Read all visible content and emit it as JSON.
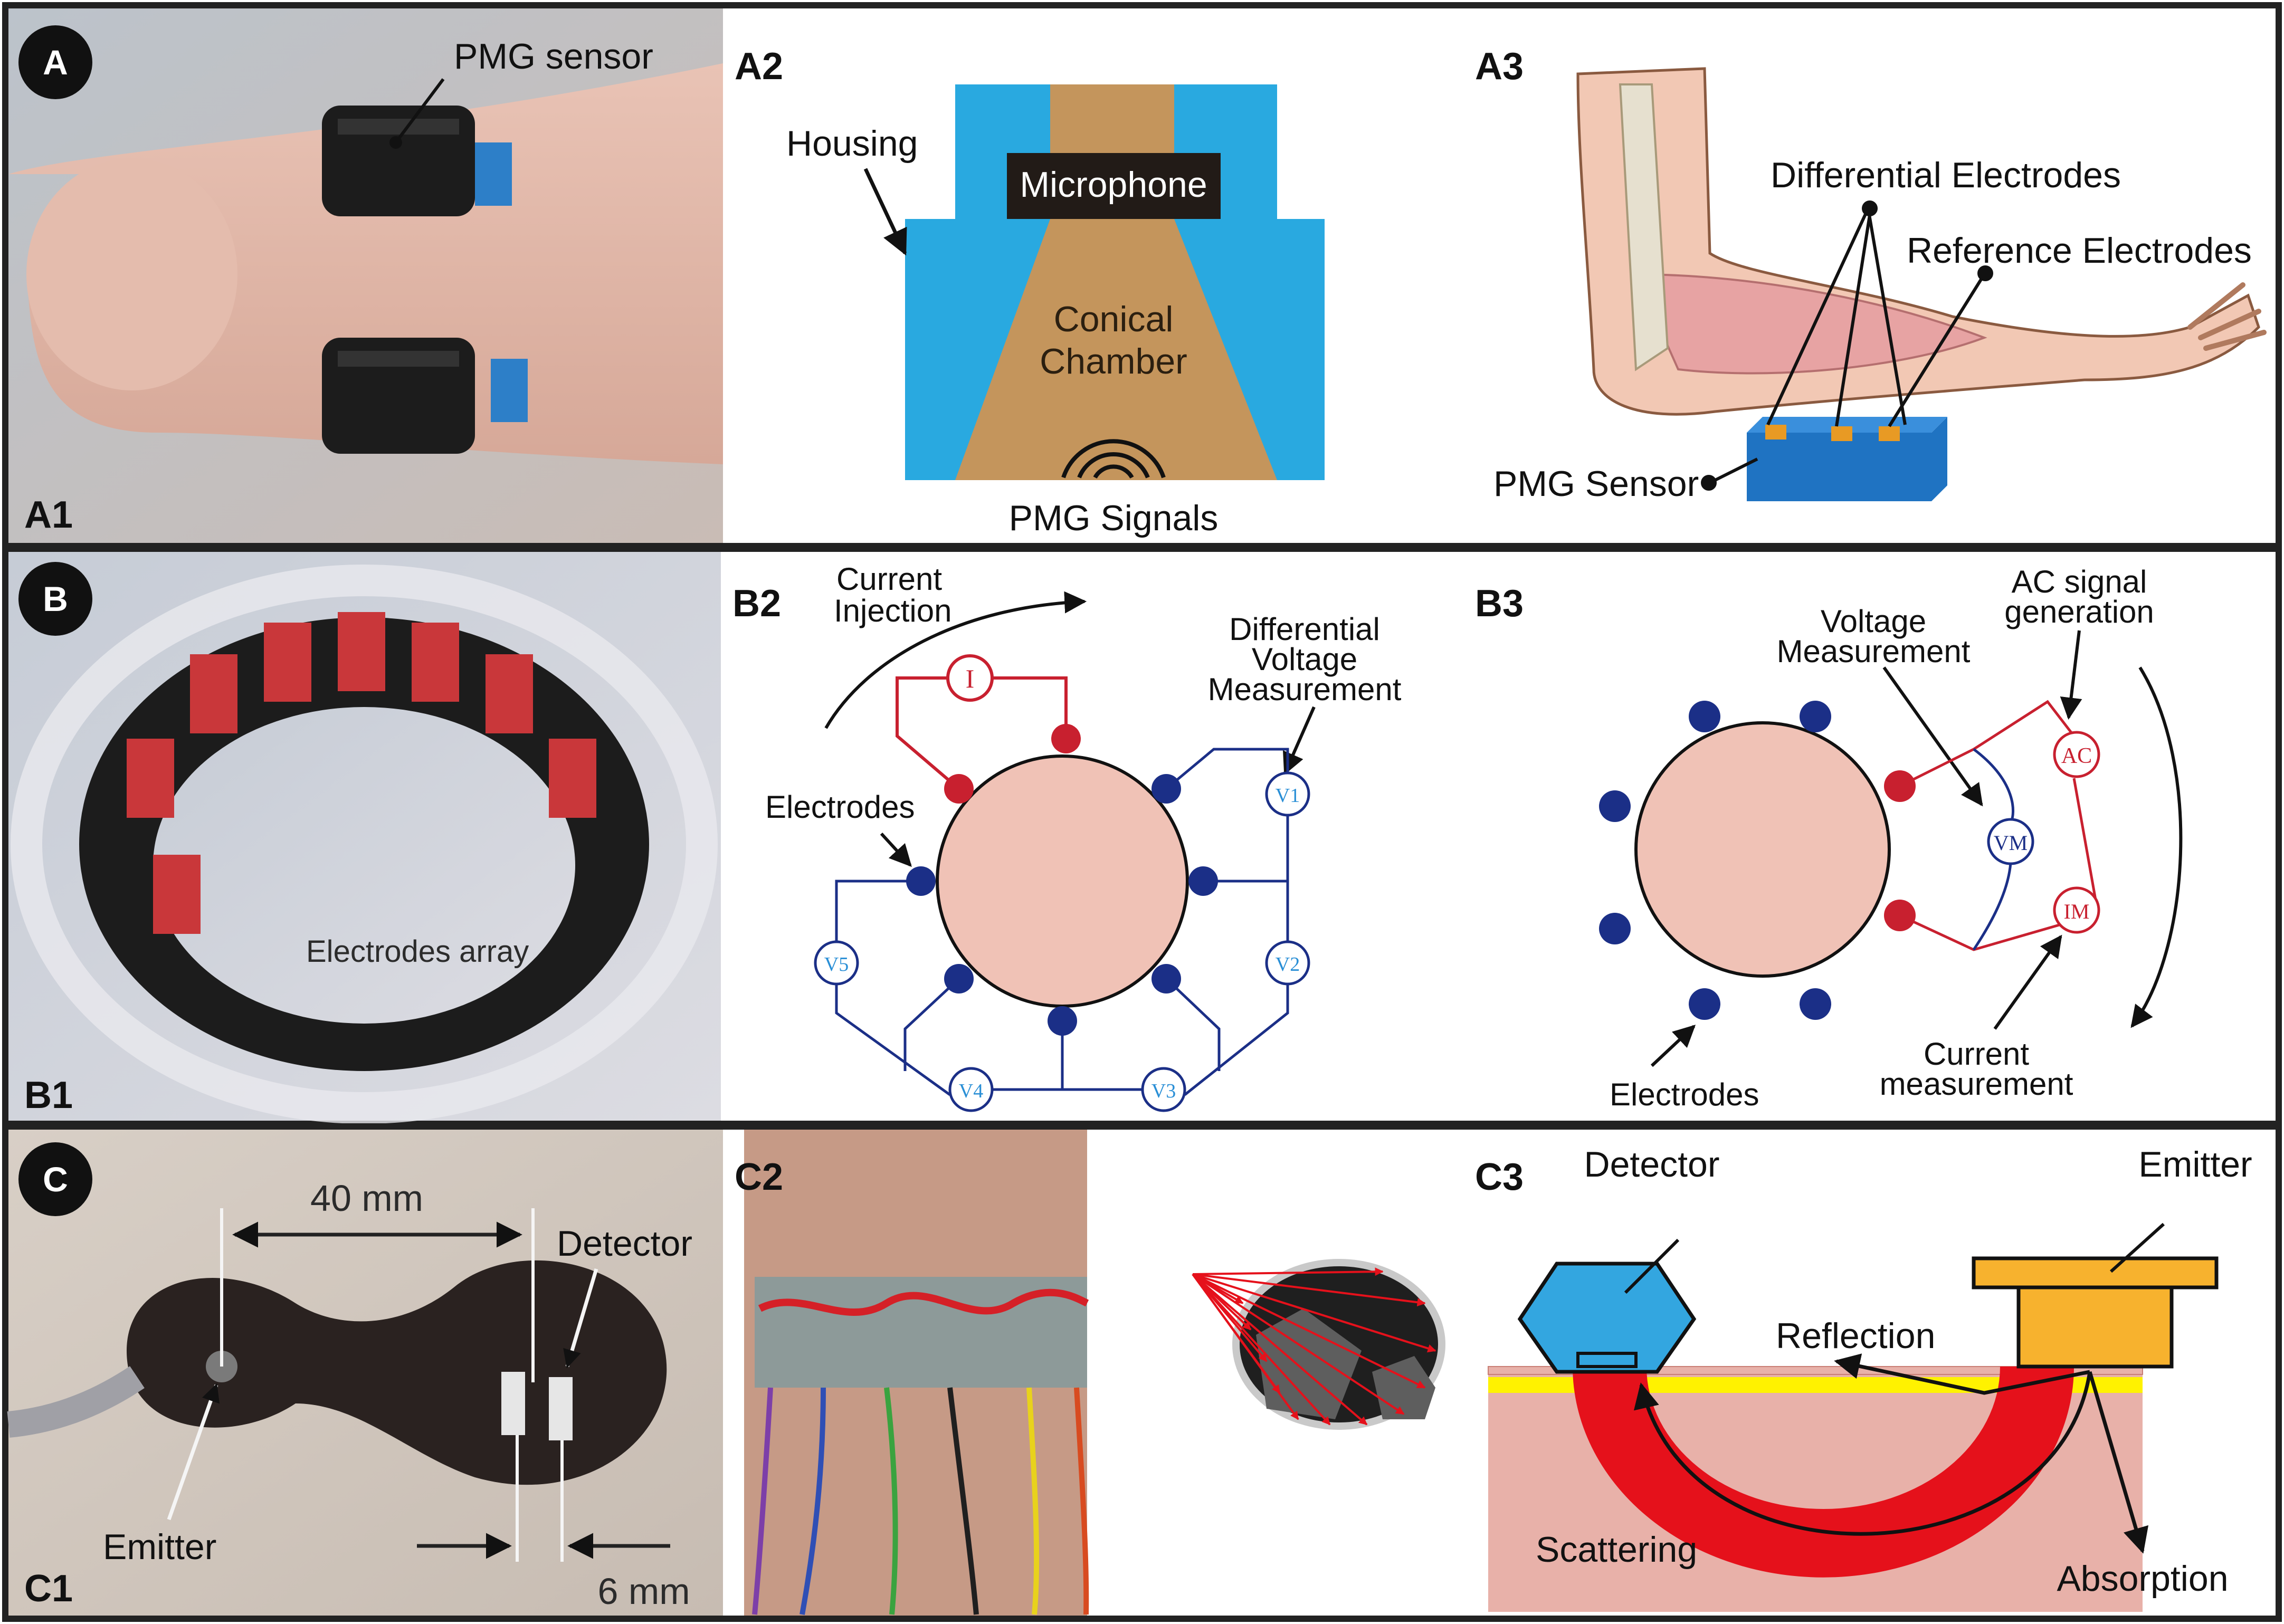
{
  "rows": {
    "A": {
      "circle": "A",
      "p1": {
        "tag": "A1",
        "pmg_sensor": "PMG sensor"
      },
      "p2": {
        "tag": "A2",
        "housing": "Housing",
        "microphone": "Microphone",
        "chamber_1": "Conical",
        "chamber_2": "Chamber",
        "signals": "PMG Signals"
      },
      "p3": {
        "tag": "A3",
        "diff": "Differential Electrodes",
        "ref": "Reference Electrodes",
        "sensor": "PMG Sensor"
      }
    },
    "B": {
      "circle": "B",
      "p1": {
        "tag": "B1",
        "array": "Electrodes array"
      },
      "p2": {
        "tag": "B2",
        "cur_1": "Current",
        "cur_2": "Injection",
        "dvm_1": "Differential",
        "dvm_2": "Voltage",
        "dvm_3": "Measurement",
        "electrodes": "Electrodes",
        "src": "I",
        "v": [
          "V1",
          "V2",
          "V3",
          "V4",
          "V5"
        ]
      },
      "p3": {
        "tag": "B3",
        "vm_1": "Voltage",
        "vm_2": "Measurement",
        "ac_1": "AC signal",
        "ac_2": "generation",
        "ac": "AC",
        "vmeter": "VM",
        "imeter": "IM",
        "cm_1": "Current",
        "cm_2": "measurement",
        "electrodes": "Electrodes"
      }
    },
    "C": {
      "circle": "C",
      "p1": {
        "tag": "C1",
        "dist": "40 mm",
        "detector": "Detector",
        "emitter": "Emitter",
        "gap": "6 mm"
      },
      "p2": {
        "tag": "C2"
      },
      "p3": {
        "tag": "C3",
        "detector": "Detector",
        "emitter": "Emitter",
        "reflection": "Reflection",
        "scattering": "Scattering",
        "absorption": "Absorption"
      }
    }
  },
  "colors": {
    "housing_blue": "#29a9e0",
    "chamber_tan": "#c4955c",
    "electrode_navy": "#1b2f87",
    "electrode_red": "#c8202f",
    "tissue_pink": "#f0c2b6",
    "light_band_red": "#e5111b",
    "emitter_orange": "#f7b22e",
    "detector_blue": "#33a6e0",
    "skin_yellow": "#fff200",
    "sensor_block_blue": "#1f73c2",
    "electrode_pad_orange": "#e89a24"
  }
}
